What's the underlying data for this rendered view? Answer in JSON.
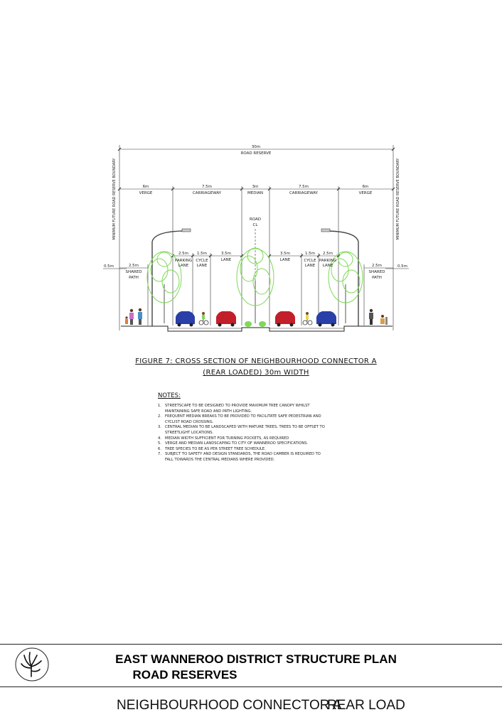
{
  "dimensions": {
    "total": "30m",
    "total_label": "ROAD RESERVE",
    "segments": [
      {
        "value": "6m",
        "label": "VERGE"
      },
      {
        "value": "7.5m",
        "label": "CARRIAGEWAY"
      },
      {
        "value": "3m",
        "label": "MEDIAN"
      },
      {
        "value": "7.5m",
        "label": "CARRIAGEWAY"
      },
      {
        "value": "6m",
        "label": "VERGE"
      }
    ],
    "lanes_left": [
      {
        "value": "2.5m",
        "label1": "SHARED",
        "label2": "PATH"
      },
      {
        "value": "2.5m",
        "label1": "PARKING",
        "label2": "LANE"
      },
      {
        "value": "1.5m",
        "label1": "CYCLE",
        "label2": "LANE"
      },
      {
        "value": "3.5m",
        "label1": "LANE",
        "label2": ""
      }
    ],
    "lanes_right": [
      {
        "value": "3.5m",
        "label1": "LANE",
        "label2": ""
      },
      {
        "value": "1.5m",
        "label1": "CYCLE",
        "label2": "LANE"
      },
      {
        "value": "2.5m",
        "label1": "PARKING",
        "label2": "LANE"
      },
      {
        "value": "2.5m",
        "label1": "SHARED",
        "label2": "PATH"
      }
    ],
    "edge_left": "0.5m",
    "edge_right": "0.5m",
    "road_cl_1": "ROAD",
    "road_cl_2": "CL",
    "boundary_label": "MINIMUM FUTURE ROAD RESERVE BOUNDARY"
  },
  "figure": {
    "caption_line1": "FIGURE 7: CROSS SECTION OF NEIGHBOURHOOD CONNECTOR A",
    "caption_line2": "(REAR LOADED) 30m WIDTH"
  },
  "notes": {
    "title": "NOTES:",
    "items": [
      {
        "num": "1.",
        "text": "STREETSCAPE TO BE DESIGNED TO PROVIDE MAXIMUM TREE CANOPY WHILST MAINTAINING SAFE ROAD AND PATH LIGHTING."
      },
      {
        "num": "2.",
        "text": "FREQUENT MEDIAN BREAKS TO BE PROVIDED TO FACILITATE SAFE PEDESTRIAN AND CYCLIST ROAD CROSSING."
      },
      {
        "num": "3.",
        "text": "CENTRAL MEDIAN TO BE LANDSCAPED WITH MATURE TREES, TREES TO BE OFFSET TO STREETLIGHT LOCATIONS."
      },
      {
        "num": "4.",
        "text": "MEDIAN WIDTH SUFFICIENT FOR TURNING POCKETS, AS REQUIRED"
      },
      {
        "num": "5.",
        "text": "VERGE AND MEDIAN LANDSCAPING TO CITY OF WANNEROO SPECIFICATIONS."
      },
      {
        "num": "6.",
        "text": "TREE SPECIES TO BE AS PER STREET TREE SCHEDULE."
      },
      {
        "num": "7.",
        "text": "SUBJECT TO SAFETY AND DESIGN STANDARDS, THE ROAD CAMBER IS REQUIRED TO FALL TOWARDS THE CENTRAL MEDIANS WHERE PROVIDED."
      }
    ]
  },
  "title_block": {
    "line1": "EAST WANNEROO DISTRICT STRUCTURE PLAN",
    "line2": "ROAD RESERVES",
    "sub_left": "NEIGHBOURHOOD CONNECTOR A",
    "sub_right": "REAR LOAD"
  },
  "colors": {
    "tree": "#7ed957",
    "car_blue": "#2a3fa8",
    "car_red": "#c21f2a",
    "line": "#333333"
  }
}
